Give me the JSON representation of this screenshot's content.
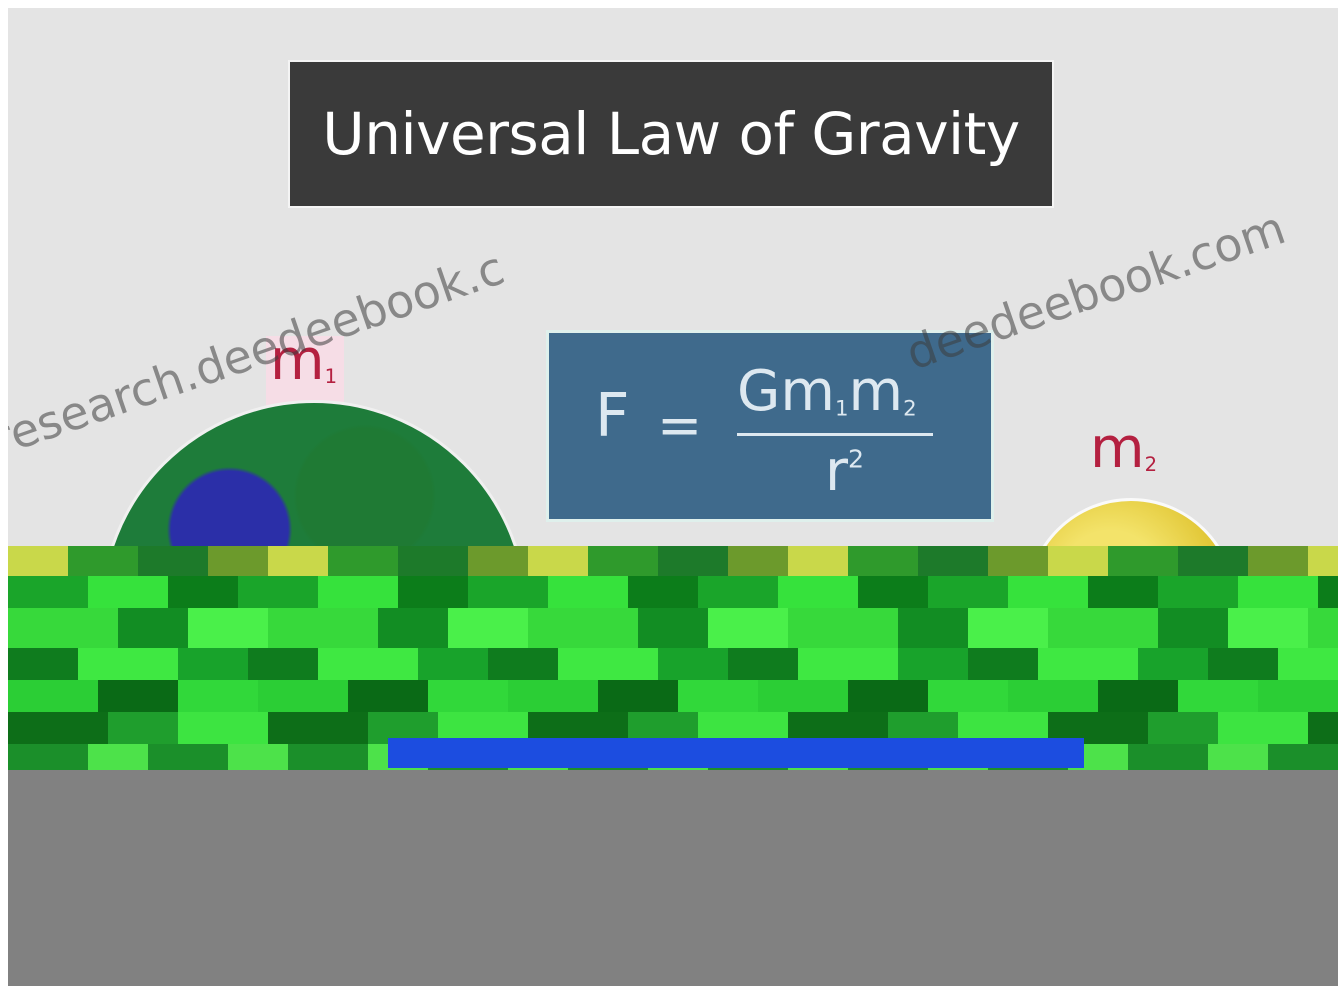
{
  "title": "Universal Law of Gravity",
  "formula": {
    "lhs": "F",
    "equals": "=",
    "numerator": {
      "G": "G",
      "m1": "m",
      "m1_sub": "1",
      "m2": "m",
      "m2_sub": "2"
    },
    "denominator": {
      "r": "r",
      "r_sup": "2"
    }
  },
  "masses": {
    "m1_label": "m",
    "m1_sub": "1",
    "m2_label": "m",
    "m2_sub": "2"
  },
  "watermarks": [
    "research.deedeebook.c",
    "deedeebook.com"
  ],
  "colors": {
    "background": "#e4e4e4",
    "title_box": "#3a3a3a",
    "formula_box": "#3f6a8c",
    "mass_label": "#b42040",
    "planet_m1": "#1e7c3a",
    "planet_m2": "#e3c93a"
  }
}
